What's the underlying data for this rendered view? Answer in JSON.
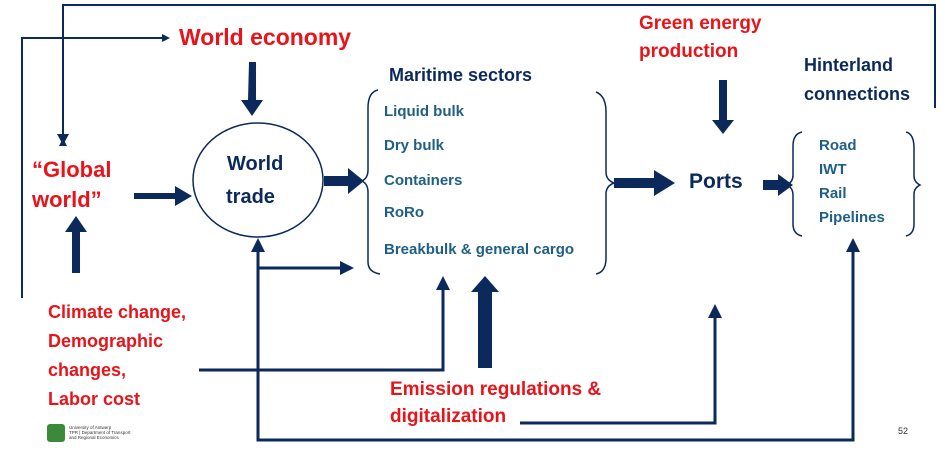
{
  "nodes": {
    "world_economy": "World economy",
    "global_world_line1": "“Global",
    "global_world_line2": "world”",
    "world_trade_line1": "World",
    "world_trade_line2": "trade",
    "maritime_title": "Maritime sectors",
    "sectors": [
      "Liquid bulk",
      "Dry bulk",
      "Containers",
      "RoRo",
      "Breakbulk & general cargo"
    ],
    "green_energy_line1": "Green energy",
    "green_energy_line2": "production",
    "ports": "Ports",
    "hinterland_line1": "Hinterland",
    "hinterland_line2": "connections",
    "hinterland_items": [
      "Road",
      "IWT",
      "Rail",
      "Pipelines"
    ],
    "climate_lines": [
      "Climate change,",
      "Demographic",
      "changes,",
      "Labor cost"
    ],
    "emission_line1": "Emission regulations &",
    "emission_line2": "digitalization"
  },
  "footer": {
    "page_number": "52",
    "logo_text": [
      "University of Antwerp",
      "TPR | Department of Transport",
      "and Regional Economics"
    ]
  },
  "colors": {
    "arrow": "#0b2a5b",
    "red_text": "#e8141a",
    "navy_text": "#0b2a5b",
    "teal_text": "#1f5f86",
    "logo": "#3a8a3a"
  }
}
